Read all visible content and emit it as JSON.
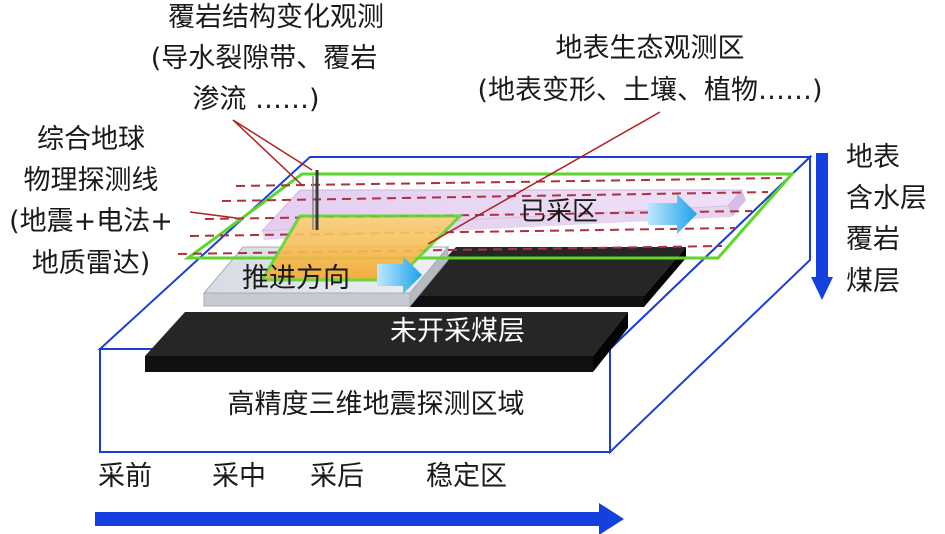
{
  "labels": {
    "overburden_title": "覆岩结构变化观测",
    "overburden_line2": "(导水裂隙带、覆岩",
    "overburden_line3": "渗流 ……)",
    "surface_title": "地表生态观测区",
    "surface_line2": "(地表变形、土壤、植物……)",
    "geophys_line1": "综合地球",
    "geophys_line2": "物理探测线",
    "geophys_line3": "(地震+电法+",
    "geophys_line4": "地质雷达)",
    "mined_area": "已采区",
    "advance_direction": "推进方向",
    "unmined_seam": "未开采煤层",
    "seismic_area": "高精度三维地震探测区域",
    "stage_before": "采前",
    "stage_during": "采中",
    "stage_after": "采后",
    "stage_stable": "稳定区",
    "layer_surface": "地表",
    "layer_aquifer": "含水层",
    "layer_overburden": "覆岩",
    "layer_coal": "煤层"
  },
  "colors": {
    "box_edge": "#1a3fd6",
    "arrow_blue": "#1540e0",
    "green_frame": "#5dd62c",
    "dashed_line": "#b03040",
    "leader_line": "#b02020",
    "panel_orange": "#f7b53a",
    "coal_black": "#1c1c1c"
  }
}
